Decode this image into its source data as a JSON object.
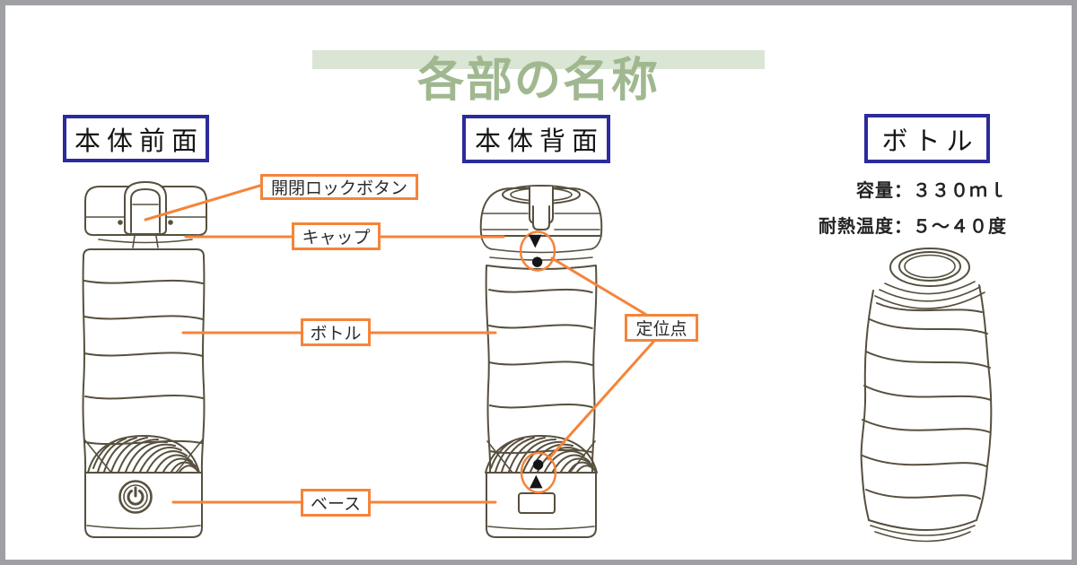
{
  "title": {
    "text": "各部の名称"
  },
  "sections": {
    "front": {
      "heading": "本体前面"
    },
    "back": {
      "heading": "本体背面"
    },
    "bottle": {
      "heading": "ボトル",
      "spec_capacity": "容量：３３０ｍｌ",
      "spec_heat": "耐熱温度：５～４０度"
    }
  },
  "callouts": {
    "lock_button": "開閉ロックボタン",
    "cap": "キャップ",
    "bottle": "ボトル",
    "base": "ベース",
    "positioning_point": "定位点"
  },
  "positioning_marks": {
    "top_triangle": "▼",
    "top_dot": "●",
    "bottom_dot": "●",
    "bottom_triangle": "▲"
  },
  "icons": {
    "power": "power-icon"
  },
  "colors": {
    "accent_orange": "#F5843A",
    "heading_border_navy": "#2B2B9B",
    "title_green": "#A0B890",
    "title_bar_green": "#DAE5D4",
    "frame_gray": "#9EA0A3",
    "line_art": "#57503E"
  }
}
